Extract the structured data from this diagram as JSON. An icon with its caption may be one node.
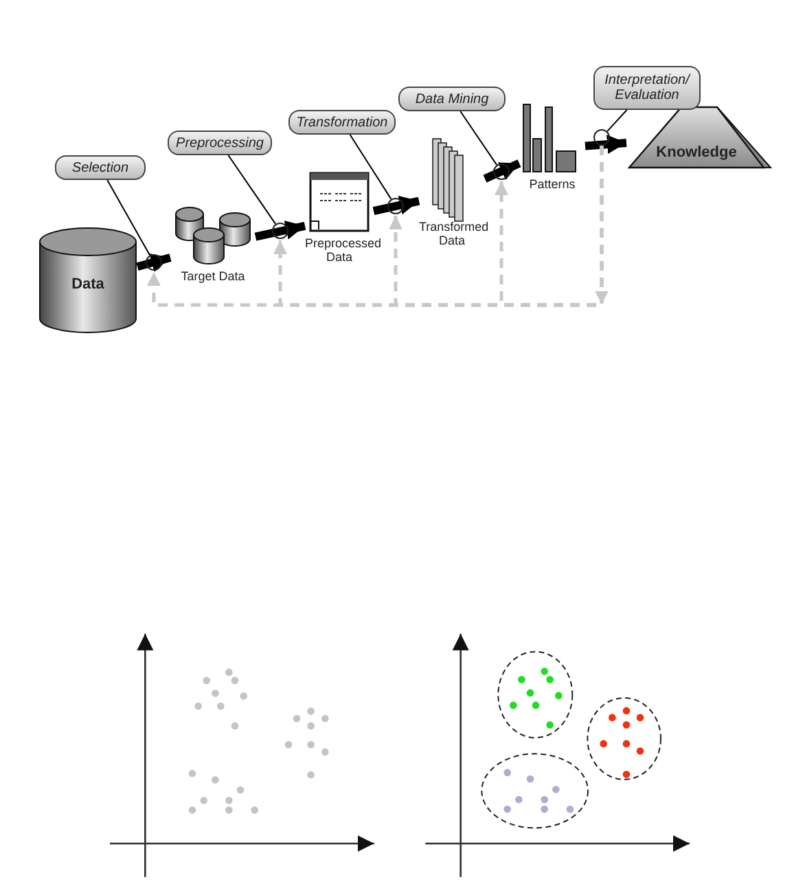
{
  "diagram": {
    "nodes": [
      {
        "text": [
          "Data"
        ]
      },
      {
        "text": [
          "Target Data"
        ]
      },
      {
        "text": [
          "Preprocessed Data"
        ]
      },
      {
        "text": [
          "Transformed Data"
        ]
      },
      {
        "text": [
          "Patterns"
        ]
      },
      {
        "text": [
          "Knowledge"
        ]
      },
      {
        "text": [
          "Selection"
        ]
      },
      {
        "text": [
          "Preprocessing"
        ]
      },
      {
        "text": [
          "Transformation"
        ]
      },
      {
        "text": [
          "Data Mining"
        ]
      },
      {
        "text": [
          "Interpretation/ Evaluation"
        ]
      },
      {
        "text": [],
        "shape": "circle"
      },
      {
        "text": [],
        "shape": "circle"
      },
      {
        "text": [],
        "shape": "circle"
      },
      {
        "text": [],
        "shape": "circle"
      },
      {
        "text": [],
        "shape": "circle"
      }
    ],
    "edges": [
      {
        "from": 0,
        "to": 1,
        "arrow": "to",
        "style": "thick"
      },
      {
        "from": 1,
        "to": 2,
        "arrow": "to",
        "style": "thick"
      },
      {
        "from": 2,
        "to": 3,
        "arrow": "to",
        "style": "thick"
      },
      {
        "from": 3,
        "to": 4,
        "arrow": "to",
        "style": "thick"
      },
      {
        "from": 4,
        "to": 5,
        "arrow": "to",
        "style": "thick"
      },
      {
        "from": 6,
        "to": 11,
        "arrow": "none"
      },
      {
        "from": 7,
        "to": 12,
        "arrow": "none"
      },
      {
        "from": 8,
        "to": 13,
        "arrow": "none"
      },
      {
        "from": 9,
        "to": 14,
        "arrow": "none"
      },
      {
        "from": 10,
        "to": 15,
        "arrow": "none"
      },
      {
        "from": 15,
        "to": 11,
        "arrow": "to",
        "style": "dashed",
        "color": "#c8c8c8"
      },
      {
        "from": 15,
        "to": 12,
        "arrow": "to",
        "style": "dashed",
        "color": "#c8c8c8"
      },
      {
        "from": 15,
        "to": 13,
        "arrow": "to",
        "style": "dashed",
        "color": "#c8c8c8"
      },
      {
        "from": 15,
        "to": 14,
        "arrow": "to",
        "style": "dashed",
        "color": "#c8c8c8"
      }
    ]
  }
}
